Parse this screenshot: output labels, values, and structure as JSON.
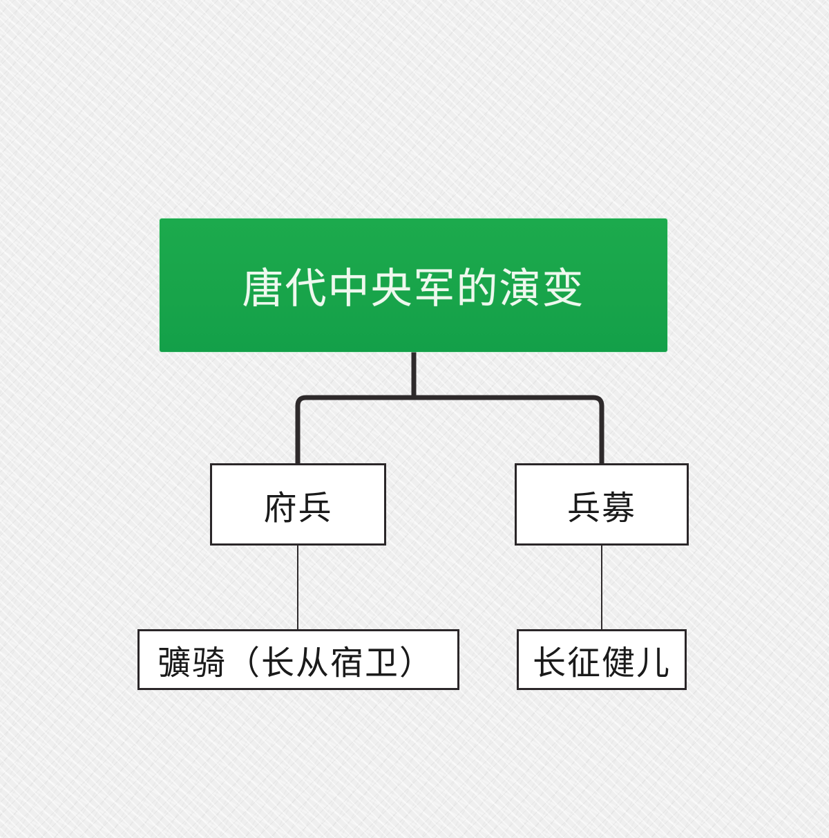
{
  "diagram": {
    "type": "org-chart",
    "root": {
      "label": "唐代中央军的演变",
      "color": "#1aa64a",
      "text_color": "#eef8ee"
    },
    "branches": [
      {
        "label": "府兵",
        "child": {
          "label": "彍骑（长从宿卫）"
        }
      },
      {
        "label": "兵募",
        "child": {
          "label": "长征健儿"
        }
      }
    ],
    "line_color": "#2e2a2b",
    "box_border_color": "#2a2628",
    "background_color": "#efefef"
  }
}
